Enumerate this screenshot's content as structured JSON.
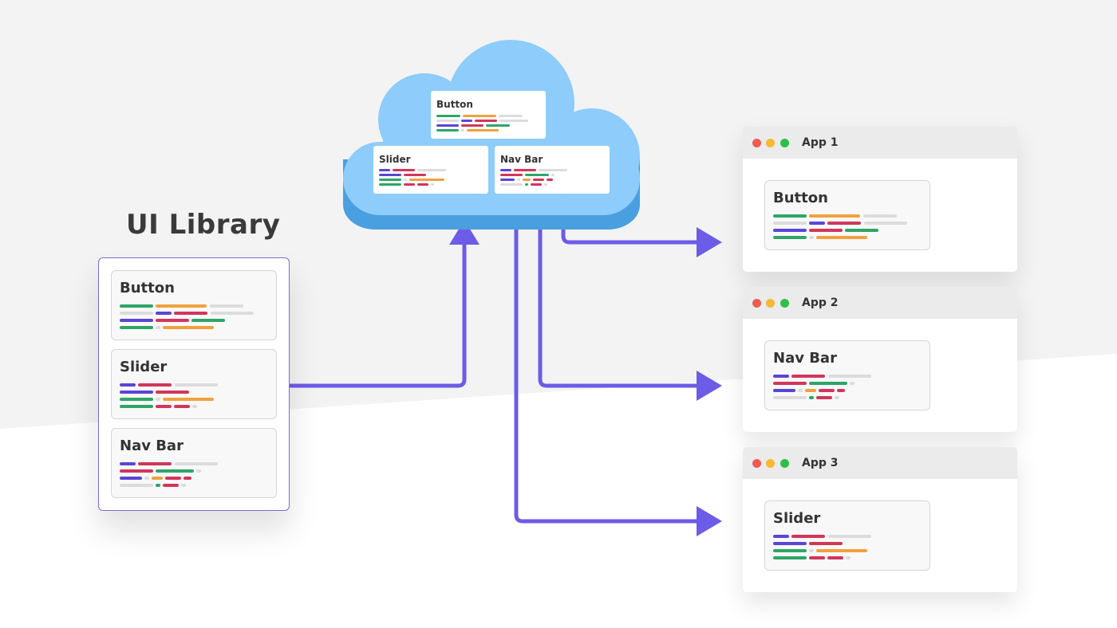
{
  "library": {
    "title": "UI Library",
    "components": [
      {
        "label": "Button"
      },
      {
        "label": "Slider"
      },
      {
        "label": "Nav Bar"
      }
    ]
  },
  "cloud": {
    "components": [
      {
        "label": "Button"
      },
      {
        "label": "Slider"
      },
      {
        "label": "Nav Bar"
      }
    ]
  },
  "apps": [
    {
      "title": "App 1",
      "component": "Button"
    },
    {
      "title": "App 2",
      "component": "Nav Bar"
    },
    {
      "title": "App 3",
      "component": "Slider"
    }
  ],
  "colors": {
    "arrow": "#6c5ce7",
    "cloud_top": "#8dccfb",
    "cloud_side": "#4a9fe0",
    "panel_border": "#7b6ad6",
    "green": "#2ea566",
    "orange": "#f0a13e",
    "red": "#d1365b",
    "purple": "#5b45d6",
    "gray": "#dcdcdc",
    "dot_red": "#ee5b52",
    "dot_yellow": "#f5b932",
    "dot_green": "#2cc04a"
  }
}
